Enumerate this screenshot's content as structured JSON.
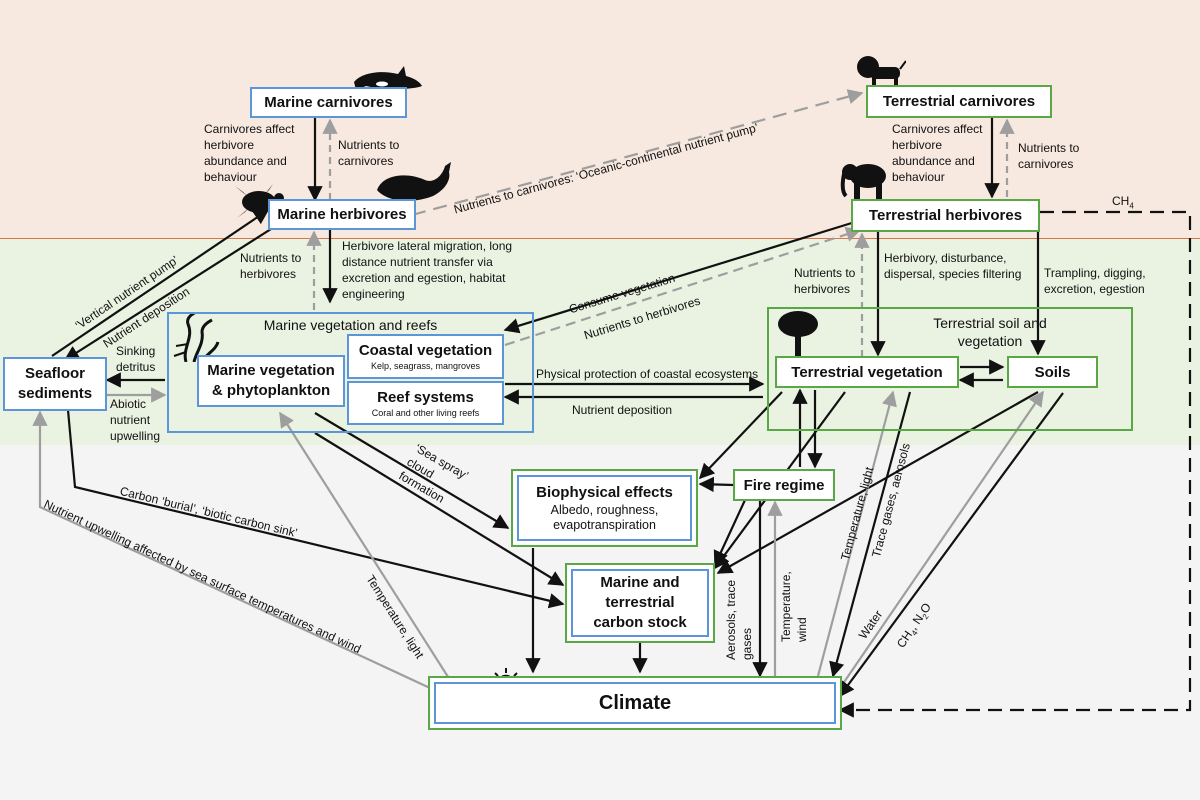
{
  "nodes": {
    "marine_carnivores": "Marine carnivores",
    "marine_herbivores": "Marine herbivores",
    "terrestrial_carnivores": "Terrestrial carnivores",
    "terrestrial_herbivores": "Terrestrial herbivores",
    "marine_veg_reefs": "Marine vegetation and reefs",
    "marine_veg_phyto": "Marine vegetation & phytoplankton",
    "coastal_vegetation": "Coastal vegetation",
    "coastal_vegetation_sub": "Kelp, seagrass, mangroves",
    "reef_systems": "Reef systems",
    "reef_systems_sub": "Coral and other living reefs",
    "seafloor_sediments": "Seafloor sediments",
    "terrestrial_soil_veg": "Terrestrial soil and vegetation",
    "terrestrial_vegetation": "Terrestrial vegetation",
    "soils": "Soils",
    "fire_regime": "Fire regime",
    "biophysical_effects": "Biophysical effects",
    "biophysical_sub": "Albedo, roughness, evapotranspiration",
    "carbon_stock": "Marine and terrestrial carbon stock",
    "climate": "Climate"
  },
  "labels": {
    "carnivores_affect_marine": "Carnivores affect herbivore abundance and behaviour",
    "nutrients_to_carnivores_marine": "Nutrients to carnivores",
    "carnivores_affect_terr": "Carnivores affect herbivore abundance and behaviour",
    "nutrients_to_carnivores_terr": "Nutrients to carnivores",
    "oceanic_pump": "Nutrients to carnivores: ‘Oceanic-continental nutrient pump’",
    "ch4_top": "CH4",
    "vertical_pump": "‘Vertical nutrient pump’",
    "nutrient_deposition_left": "Nutrient deposition",
    "nutrients_to_herbivores_marine": "Nutrients to herbivores",
    "herbivore_lateral": "Herbivore lateral migration, long distance nutrient transfer via excretion and egestion, habitat engineering",
    "consume_vegetation": "Consume vegetation",
    "nutrients_to_herbivores_diag": "Nutrients to herbivores",
    "nutrients_to_herbivores_terr": "Nutrients to herbivores",
    "herbivory": "Herbivory, disturbance, dispersal, species filtering",
    "trampling": "Trampling, digging, excretion, egestion",
    "sinking_detritus": "Sinking detritus",
    "abiotic_upwelling": "Abiotic nutrient upwelling",
    "physical_protection": "Physical protection of coastal ecosystems",
    "nutrient_deposition_mid": "Nutrient deposition",
    "sea_spray": "‘Sea spray’ cloud formation",
    "carbon_burial": "Carbon ‘burial’, ‘biotic carbon sink’",
    "nutrient_upwelling_sst": "Nutrient upwelling affected by sea surface temperatures and wind",
    "temp_light_marine": "Temperature, light",
    "aerosols_trace": "Aerosols, trace gases",
    "temp_wind": "Temperature, wind",
    "temp_light_terr": "Temperature, light",
    "trace_gases_aerosols": "Trace gases, aerosols",
    "water": "Water",
    "ch4_n2o": "CH4, N2O"
  },
  "colors": {
    "marine_box": "#5b97d8",
    "terrestrial_box": "#5aa845",
    "black_arrow": "#111111",
    "grey_arrow": "#9e9e9e",
    "top_band": "#f7e9df",
    "middle_band": "#eaf2e2",
    "bottom_band": "#f4f4f4"
  },
  "icons": [
    "orca-icon",
    "whale-icon",
    "turtle-icon",
    "lion-icon",
    "elephant-icon",
    "tree-icon",
    "kelp-icon",
    "sun-cloud-rain-icon"
  ]
}
